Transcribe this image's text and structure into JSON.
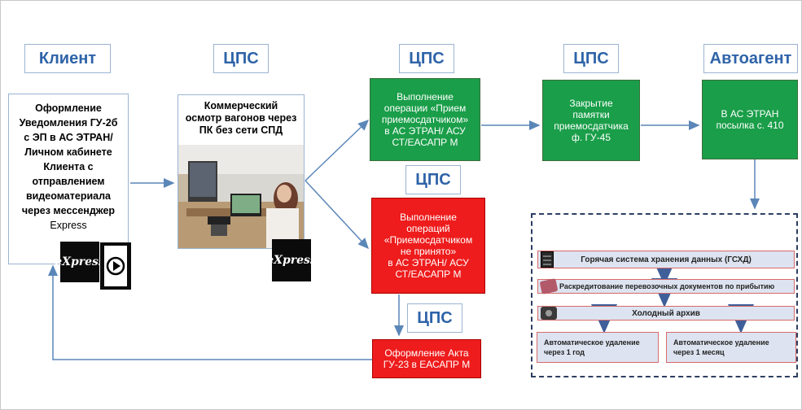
{
  "headers": {
    "client": "Клиент",
    "cps1": "ЦПС",
    "cps2": "ЦПС",
    "cps3": "ЦПС",
    "autoagent": "Автоагент",
    "cps4": "ЦПС",
    "cps5": "ЦПС"
  },
  "client_box": {
    "lines": [
      "Оформление",
      "Уведомления ГУ-2б",
      "с ЭП в АС ЭТРАН/",
      "Личном кабинете",
      "Клиента с",
      "отправлением",
      "видеоматериала",
      "через мессенджер",
      "Express"
    ]
  },
  "inspection_box": {
    "lines": [
      "Коммерческий",
      "осмотр вагонов через",
      "ПК без сети СПД"
    ]
  },
  "green_accept": {
    "lines": [
      "Выполнение",
      "операции «Прием",
      "приемосдатчиком»",
      "в АС ЭТРАН/ АСУ",
      "СТ/ЕАСАПР М"
    ]
  },
  "green_close": {
    "lines": [
      "Закрытие",
      "памятки",
      "приемосдатчика",
      "ф. ГУ-45"
    ]
  },
  "green_agent": {
    "lines": [
      "В АС ЭТРАН",
      "посылка с. 410"
    ]
  },
  "red_reject": {
    "lines": [
      "Выполнение",
      "операций",
      "«Приемосдатчиком",
      "не принято»",
      "в АС ЭТРАН/ АСУ",
      "СТ/ЕАСАПР М"
    ]
  },
  "red_act": {
    "lines": [
      "Оформление Акта",
      "ГУ-23 в ЕАСАПР М"
    ]
  },
  "storage": {
    "hot": "Горячая система хранения данных (ГСХД)",
    "decredit": "Раскредитование перевозочных документов по прибытию",
    "cold": "Холодный архив",
    "delete_year": [
      "Автоматическое удаление",
      "через 1 год"
    ],
    "delete_month": [
      "Автоматическое удаление",
      "через 1 месяц"
    ]
  },
  "logo": {
    "text": "eXpress"
  },
  "icons": [
    "express-logo-icon",
    "play-document-icon",
    "computer-workstation-photo",
    "server-icon",
    "document-icon",
    "disk-icon"
  ],
  "colors": {
    "green": "#1a9e49",
    "red": "#ee1c1c",
    "header_text": "#2e63a8",
    "arrow": "#5b86b8"
  }
}
